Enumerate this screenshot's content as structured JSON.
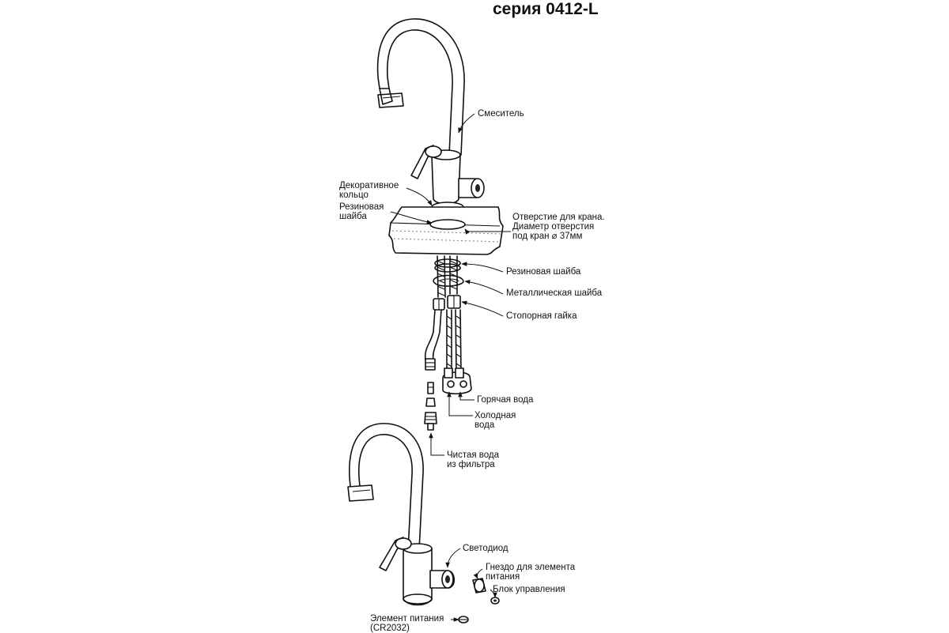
{
  "title": "серия 0412-L",
  "labels": {
    "mixer": "Смеситель",
    "decorative_ring": "Декоративное\nкольцо",
    "rubber_washer_top": "Резиновая\nшайба",
    "hole": "Отверстие для крана.\nДиаметр отверстия\nпод кран ⌀ 37мм",
    "rubber_washer": "Резиновая шайба",
    "metal_washer": "Металлическая шайба",
    "lock_nut": "Стопорная гайка",
    "hot_water": "Горячая вода",
    "cold_water": "Холодная\nвода",
    "clean_water": "Чистая вода\nиз фильтра",
    "led": "Светодиод",
    "battery_socket": "Гнездо для элемента\nпитания",
    "control_unit": "Блок управления",
    "battery": "Элемент питания\n(CR2032)"
  }
}
